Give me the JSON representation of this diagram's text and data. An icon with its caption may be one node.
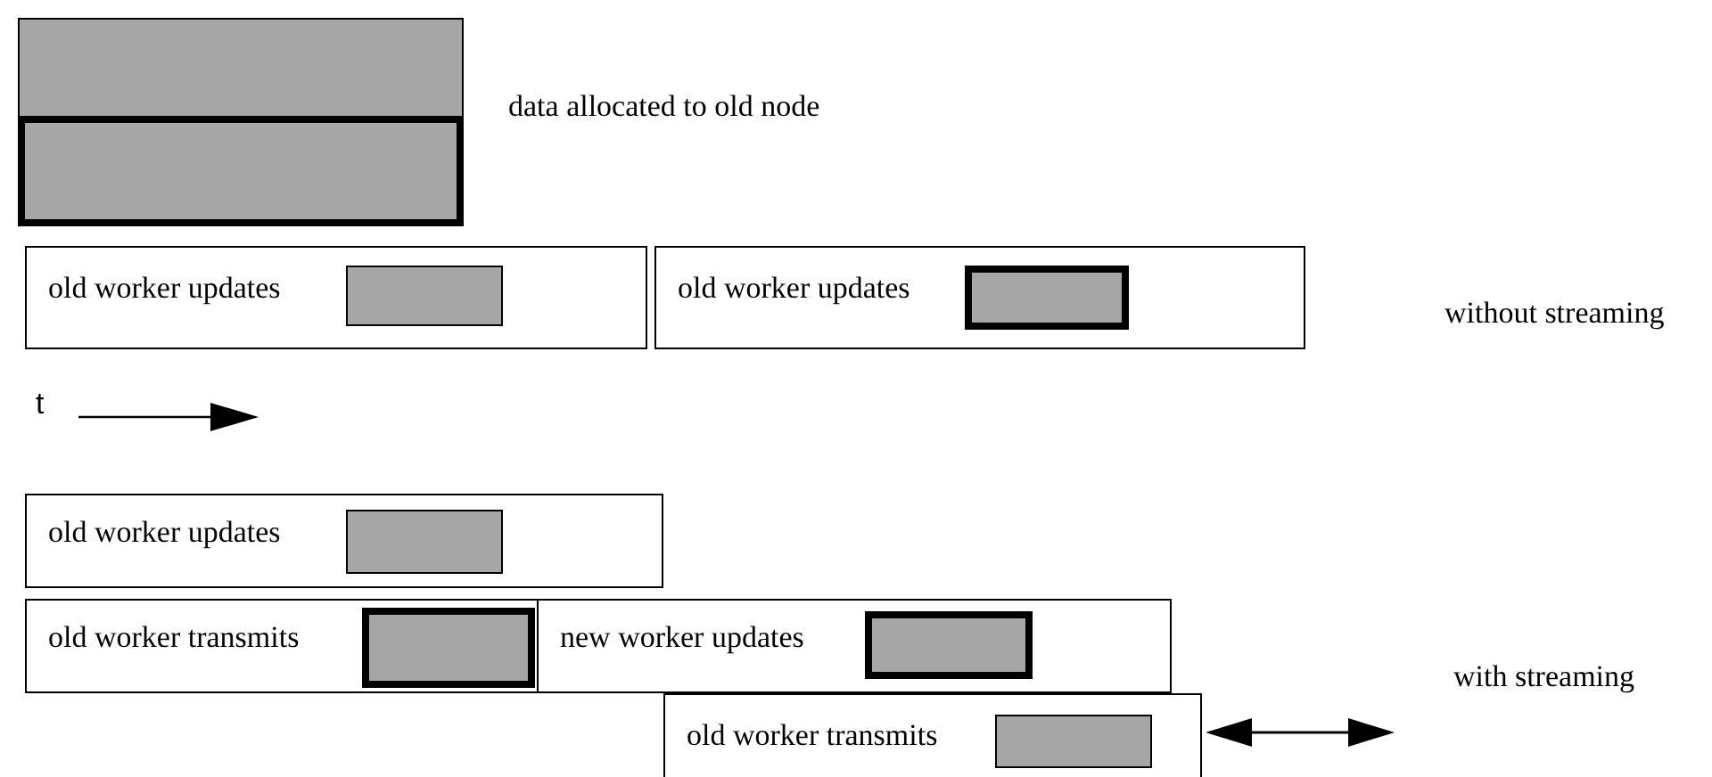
{
  "diagram": {
    "nodes": [
      {
        "text": [],
        "shape": "bar"
      },
      {
        "text": [],
        "shape": "bar"
      },
      {
        "text": [
          "old worker updates"
        ]
      },
      {
        "text": [],
        "shape": "bar",
        "in": 2
      },
      {
        "text": [
          "old worker updates"
        ]
      },
      {
        "text": [],
        "shape": "bar",
        "in": 4
      },
      {
        "text": [
          "old worker updates"
        ]
      },
      {
        "text": [],
        "shape": "bar",
        "in": 6
      },
      {
        "text": [
          "old worker transmits"
        ]
      },
      {
        "text": [],
        "shape": "bar",
        "in": 8
      },
      {
        "text": [
          "new worker updates"
        ]
      },
      {
        "text": [],
        "shape": "bar",
        "in": 10
      },
      {
        "text": [
          "old worker transmits"
        ]
      },
      {
        "text": [],
        "shape": "bar",
        "in": 12
      }
    ],
    "edges": [],
    "labels": [
      "data allocated to old node",
      "without streaming",
      "t",
      "with streaming"
    ]
  }
}
